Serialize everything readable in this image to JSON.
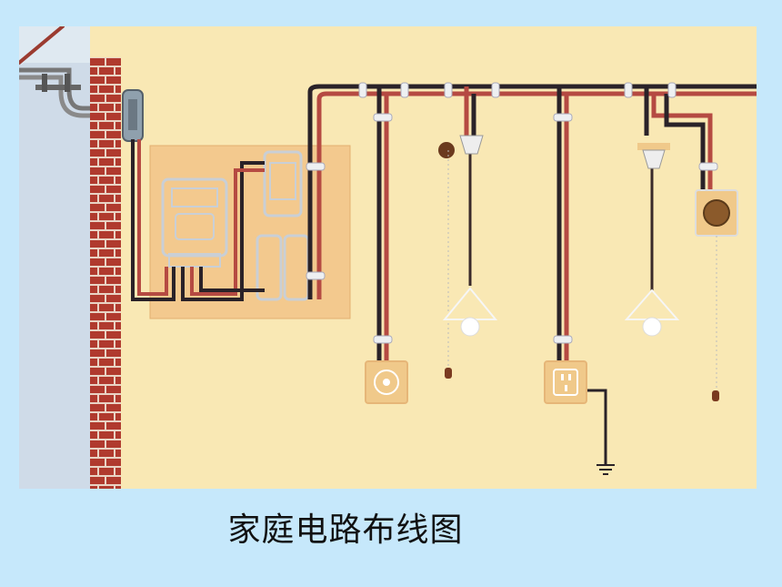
{
  "caption": "家庭电路布线图",
  "colors": {
    "background": "#c6e8fb",
    "wall_paper": "#f9e8b4",
    "brick": "#b03a2e",
    "wire_dark": "#2a2228",
    "wire_red": "#b54a42",
    "board": "#f0c98a"
  },
  "components": [
    "service-entrance",
    "brick-wall",
    "electric-meter",
    "fuse-box",
    "pendant-lamp",
    "pendant-lamp",
    "pull-switch",
    "wall-switch",
    "three-pin-socket",
    "two-pin-socket",
    "ground-symbol"
  ]
}
